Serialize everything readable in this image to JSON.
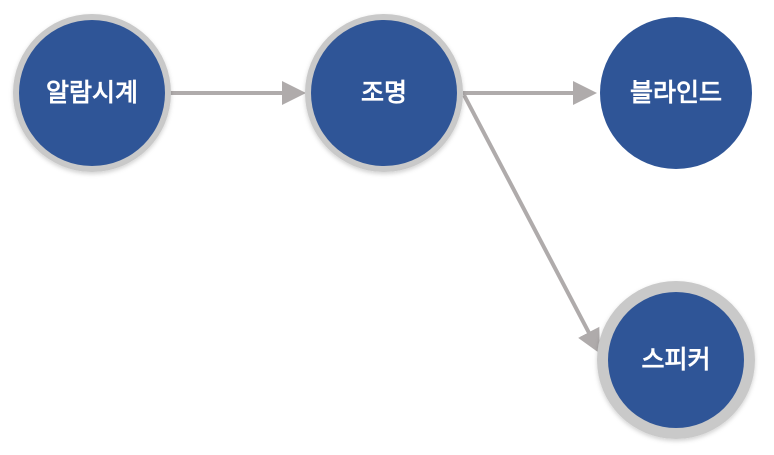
{
  "nodes": {
    "alarm_clock": {
      "label": "알람시계"
    },
    "lighting": {
      "label": "조명"
    },
    "blind": {
      "label": "블라인드"
    },
    "speaker": {
      "label": "스피커"
    }
  },
  "edges": [
    {
      "from": "알람시계",
      "to": "조명"
    },
    {
      "from": "조명",
      "to": "블라인드"
    },
    {
      "from": "조명",
      "to": "스피커"
    }
  ],
  "colors": {
    "node_fill": "#2f5597",
    "node_ring": "#c9c9c9",
    "arrow": "#afabab"
  }
}
